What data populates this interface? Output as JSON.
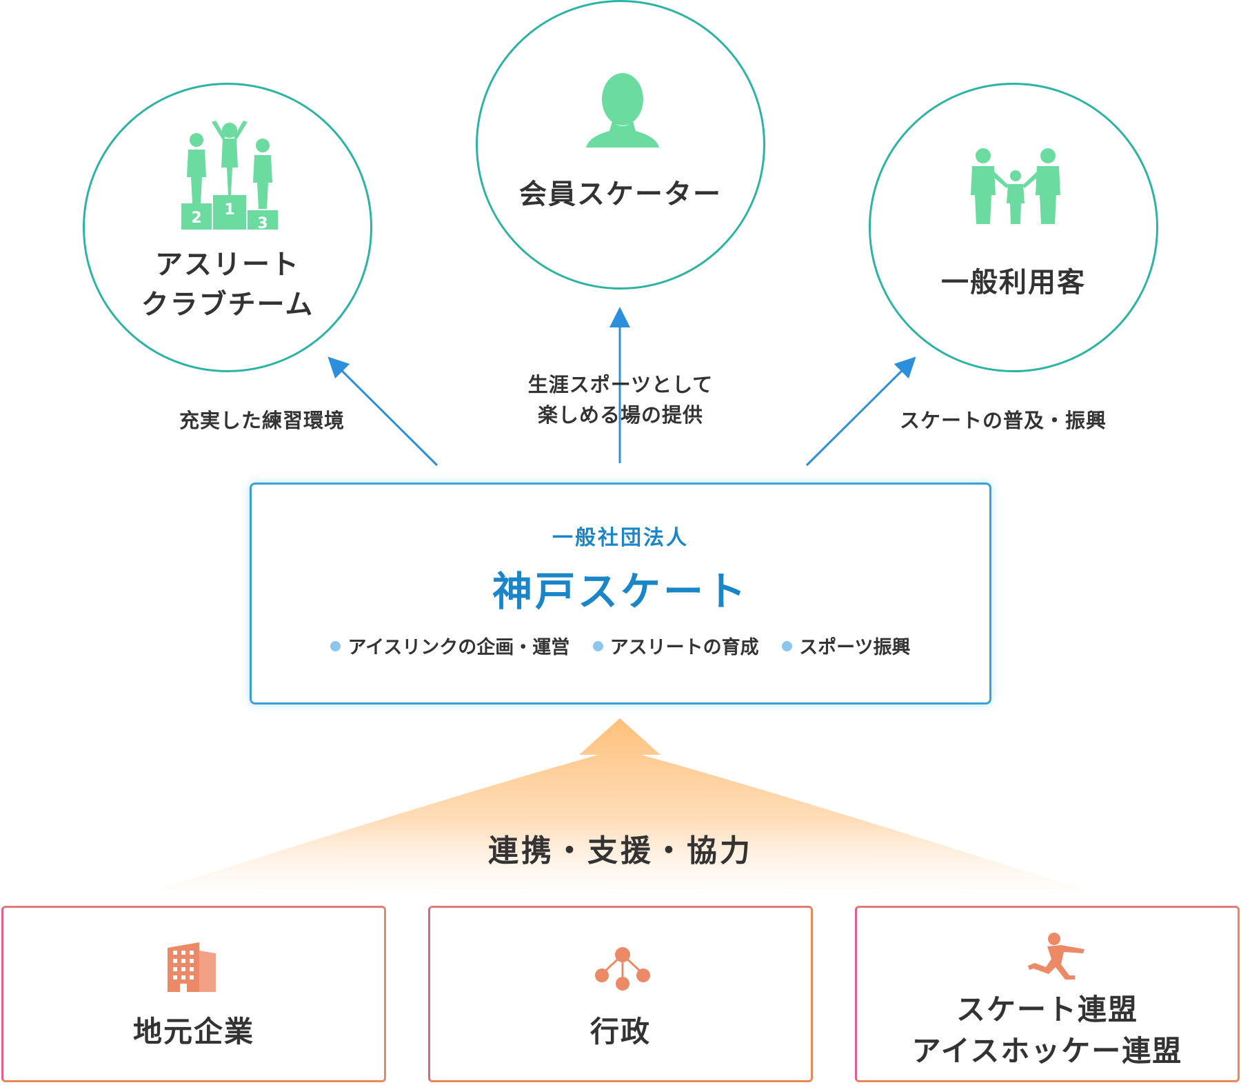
{
  "top_circles": [
    {
      "id": "athlete",
      "label": "アスリート\nクラブチーム",
      "icon": "podium-icon"
    },
    {
      "id": "member",
      "label": "会員スケーター",
      "icon": "person-icon"
    },
    {
      "id": "general",
      "label": "一般利用客",
      "icon": "family-icon"
    }
  ],
  "arrows": [
    {
      "label": "充実した練習環境"
    },
    {
      "label": "生涯スポーツとして\n楽しめる場の提供"
    },
    {
      "label": "スケートの普及・振興"
    }
  ],
  "organization": {
    "type": "一般社団法人",
    "name": "神戸スケート",
    "activities": [
      "アイスリンクの企画・運営",
      "アスリートの育成",
      "スポーツ振興"
    ]
  },
  "cooperation_label": "連携・支援・協力",
  "partners": [
    {
      "id": "companies",
      "label": "地元企業",
      "icon": "building-icon"
    },
    {
      "id": "government",
      "label": "行政",
      "icon": "network-icon"
    },
    {
      "id": "federations",
      "label": "スケート連盟\nアイスホッケー連盟",
      "icon": "skater-icon"
    }
  ],
  "colors": {
    "circle_border": "#2bb3a3",
    "icon_green": "#6cdba0",
    "arrow_blue": "#2b8fdc",
    "org_blue": "#1a86c8",
    "activity_dot": "#8cc6ee",
    "partner_icon": "#ec8a68",
    "cooperation_arrow": "#ffc88a"
  }
}
